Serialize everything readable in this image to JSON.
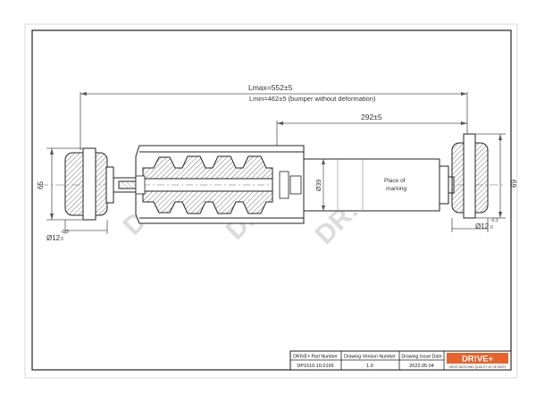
{
  "drawing": {
    "dimensions": {
      "lmax": "Lmax=552±5",
      "lmin": "Lmin=462±5 (bumper without deformation)",
      "stroke": "292±5",
      "left_bush_height": "65",
      "right_bush_height": "69",
      "body_diameter": "Ø39",
      "left_bore": "Ø12",
      "left_bore_tol_upper": "-0.3",
      "left_bore_tol_lower": "0",
      "right_bore": "Ø12",
      "right_bore_tol_upper": "-0.3",
      "right_bore_tol_lower": "0"
    },
    "marking_note_line1": "Place of",
    "marking_note_line2": "marking",
    "watermark_text": "DR!VE+"
  },
  "title_block": {
    "headers": [
      "DRIVE+ Part Number",
      "Drawing Version Number",
      "Drawing Issue Date"
    ],
    "values": [
      "DP1610.10.0195",
      "1.0",
      "2022.05.04"
    ],
    "logo_text": "DR!VE+",
    "logo_tagline": "DR!VE MATCHING QUALITY AT OE MOST"
  },
  "colors": {
    "line": "#222222",
    "dim_line": "#555555",
    "watermark": "#dcdcdc",
    "logo_bg": "#e8632b"
  }
}
